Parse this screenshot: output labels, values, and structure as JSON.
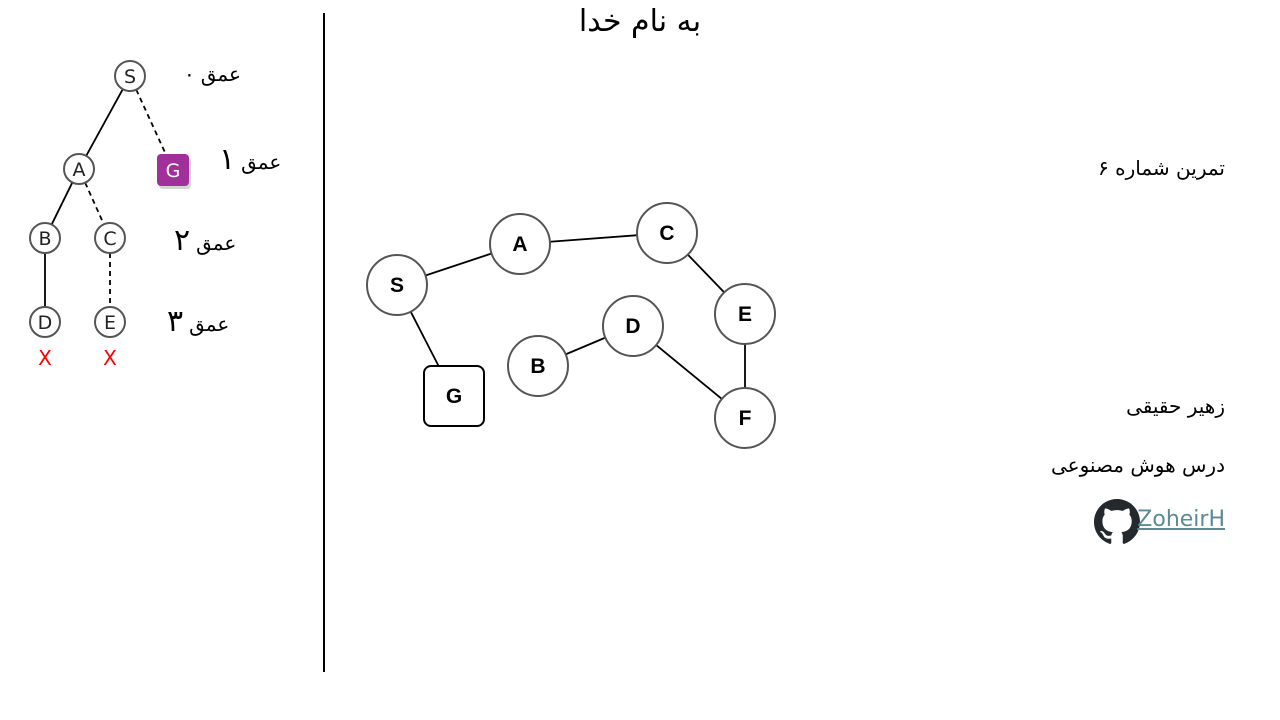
{
  "slide": {
    "title": "به نام خدا",
    "exercise": "تمرین شماره ۶",
    "author": "زهیر حقیقی",
    "course": "درس هوش مصنوعی",
    "github_label": "ZoheirH",
    "github_icon": "github-icon"
  },
  "search_tree": {
    "nodes": [
      {
        "id": "t_S",
        "label": "S",
        "goal": false,
        "pruned": false
      },
      {
        "id": "t_A",
        "label": "A",
        "goal": false,
        "pruned": false
      },
      {
        "id": "t_G",
        "label": "G",
        "goal": true,
        "pruned": false
      },
      {
        "id": "t_B",
        "label": "B",
        "goal": false,
        "pruned": false
      },
      {
        "id": "t_C",
        "label": "C",
        "goal": false,
        "pruned": false
      },
      {
        "id": "t_D",
        "label": "D",
        "goal": false,
        "pruned": true
      },
      {
        "id": "t_E",
        "label": "E",
        "goal": false,
        "pruned": true
      }
    ],
    "edges": [
      {
        "from": "t_S",
        "to": "t_A",
        "dashed": false
      },
      {
        "from": "t_S",
        "to": "t_G",
        "dashed": true
      },
      {
        "from": "t_A",
        "to": "t_B",
        "dashed": false
      },
      {
        "from": "t_A",
        "to": "t_C",
        "dashed": true
      },
      {
        "from": "t_B",
        "to": "t_D",
        "dashed": false
      },
      {
        "from": "t_C",
        "to": "t_E",
        "dashed": true
      }
    ],
    "pruned_mark": "X",
    "depth_word": "عمق",
    "depths": [
      "۰",
      "۱",
      "۲",
      "۳"
    ]
  },
  "graph": {
    "nodes": [
      {
        "id": "S",
        "label": "S",
        "shape": "circle"
      },
      {
        "id": "A",
        "label": "A",
        "shape": "circle"
      },
      {
        "id": "C",
        "label": "C",
        "shape": "circle"
      },
      {
        "id": "E",
        "label": "E",
        "shape": "circle"
      },
      {
        "id": "D",
        "label": "D",
        "shape": "circle"
      },
      {
        "id": "B",
        "label": "B",
        "shape": "circle"
      },
      {
        "id": "F",
        "label": "F",
        "shape": "circle"
      },
      {
        "id": "G",
        "label": "G",
        "shape": "square"
      }
    ],
    "edges": [
      {
        "from": "S",
        "to": "A"
      },
      {
        "from": "A",
        "to": "C"
      },
      {
        "from": "C",
        "to": "E"
      },
      {
        "from": "E",
        "to": "F"
      },
      {
        "from": "D",
        "to": "F"
      },
      {
        "from": "B",
        "to": "D"
      },
      {
        "from": "S",
        "to": "G"
      }
    ]
  },
  "colors": {
    "goal_fill": "#a2309a",
    "pruned_mark": "#ff0000",
    "node_stroke": "#555555",
    "link": "#5b8a95"
  }
}
